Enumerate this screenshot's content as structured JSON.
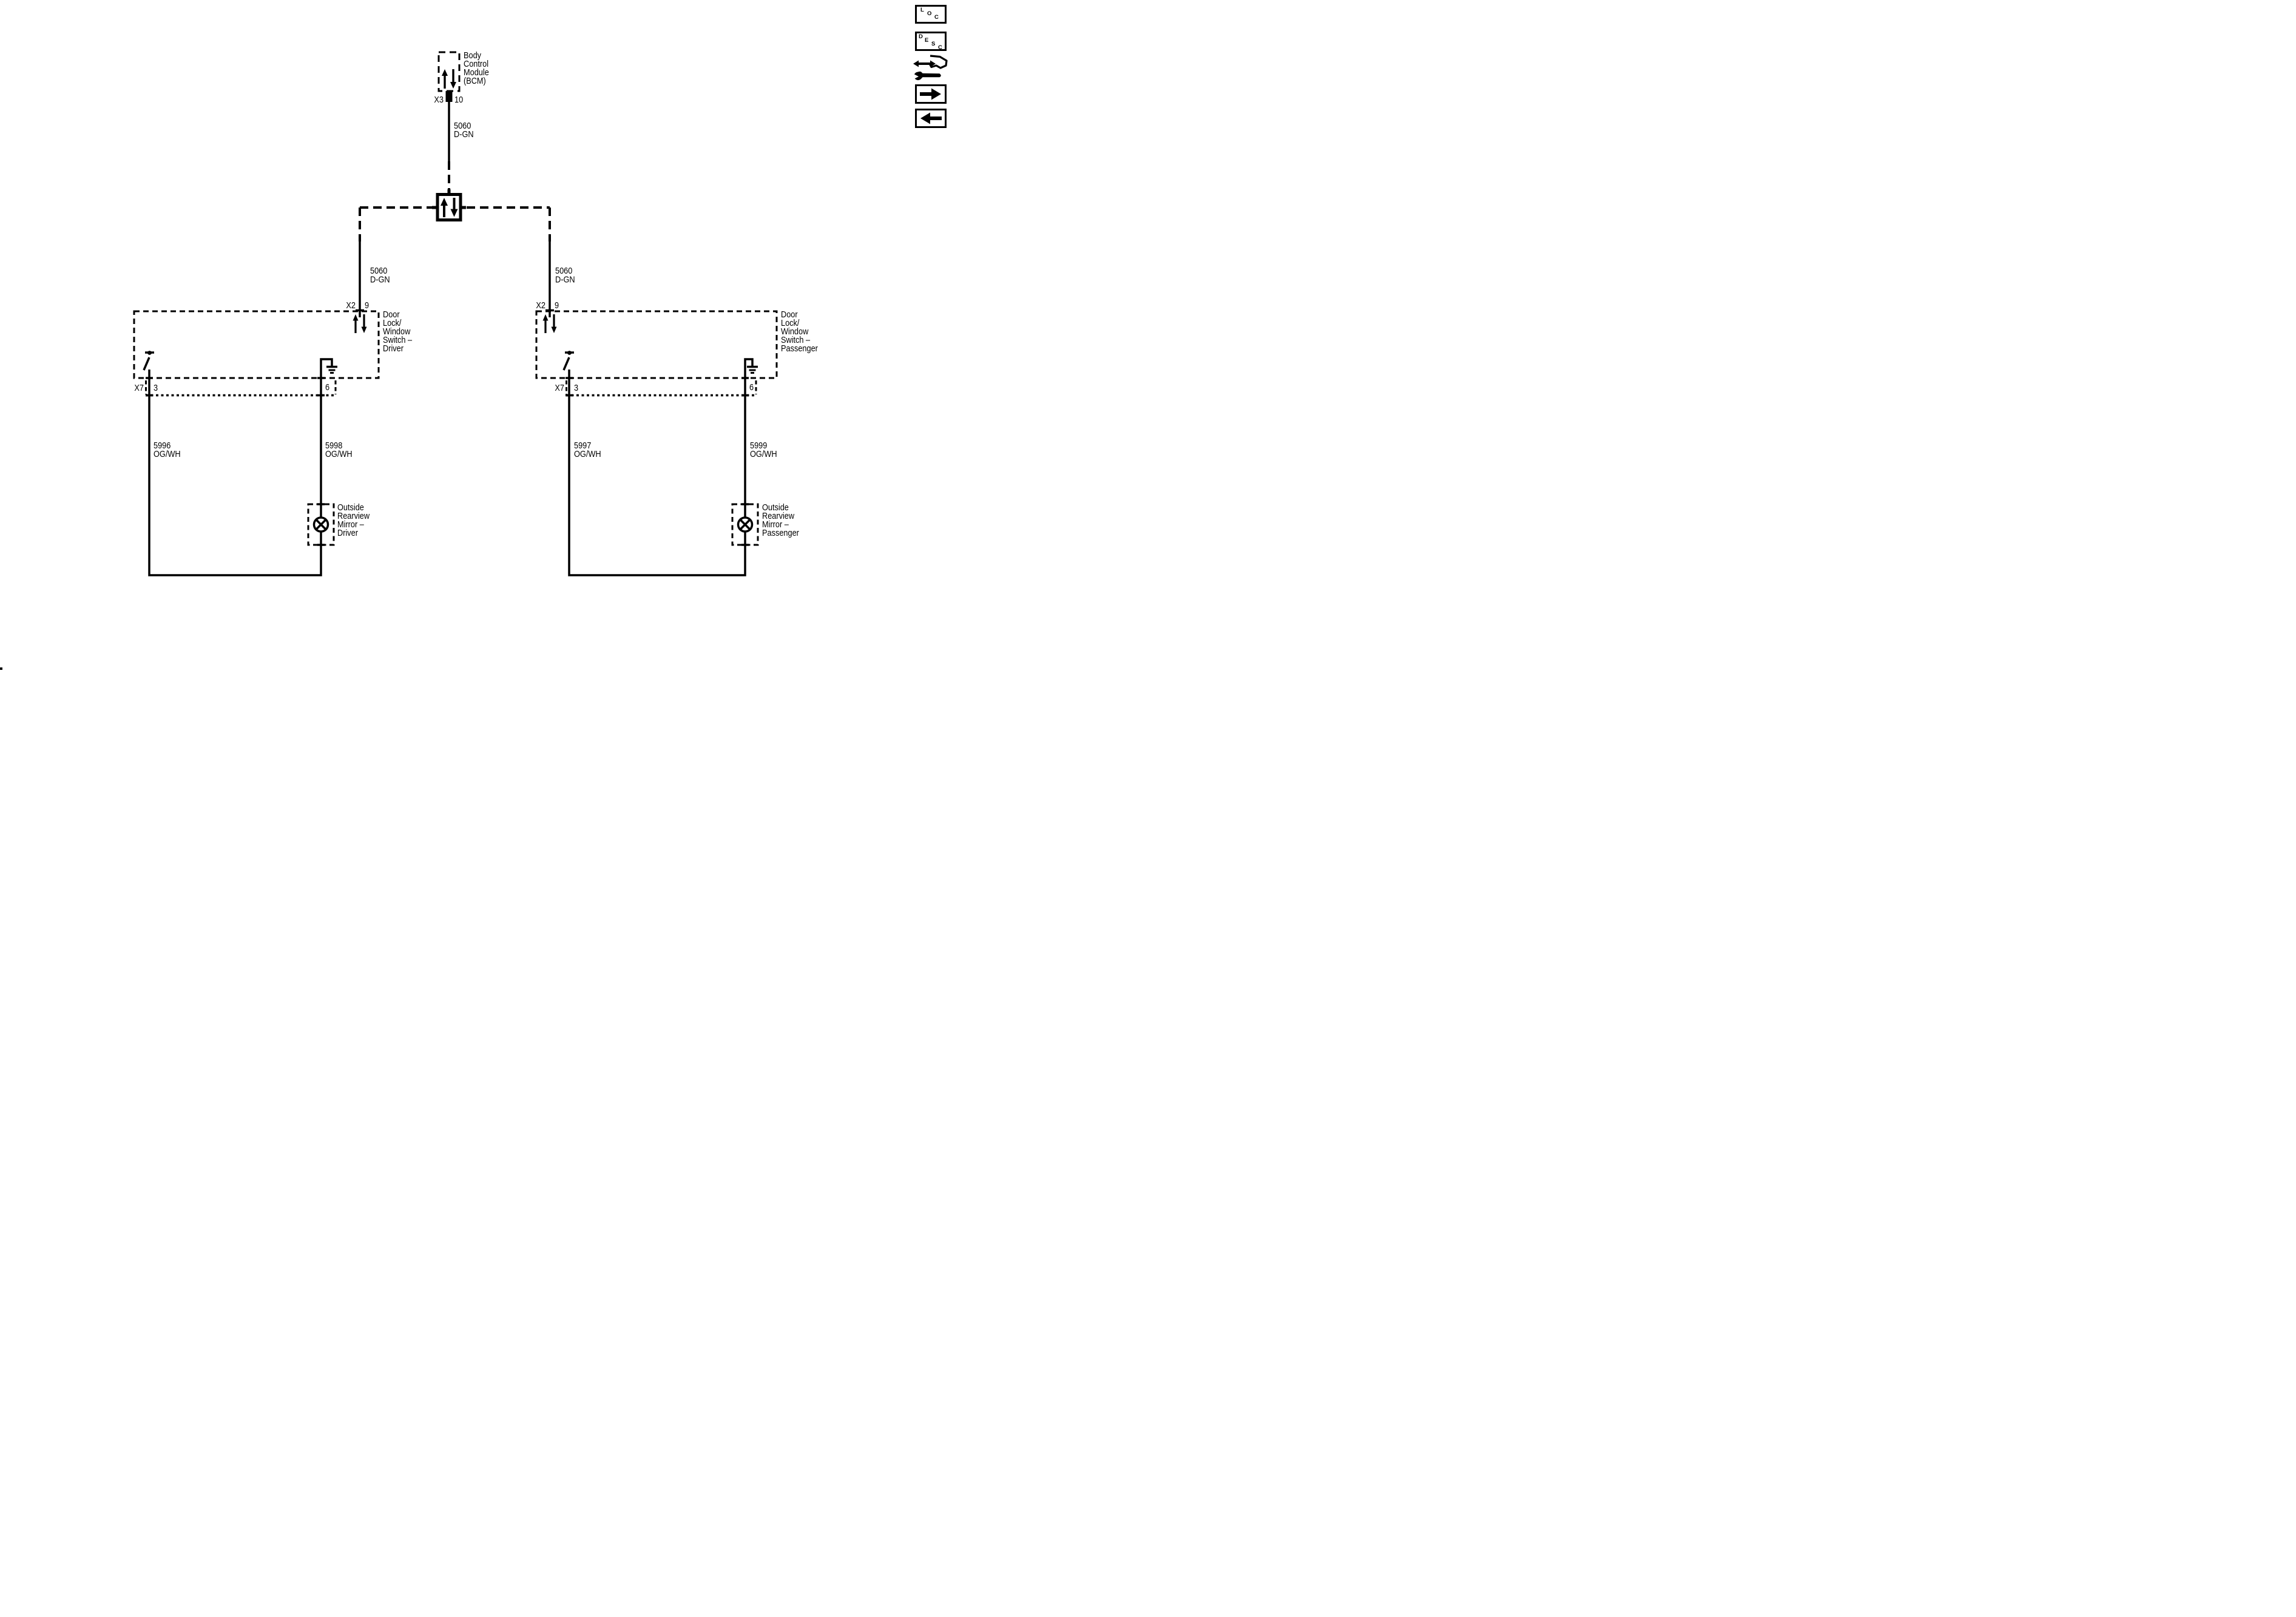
{
  "colors": {
    "ink": "#000000",
    "paper": "#ffffff"
  },
  "bcm": {
    "lines": [
      "Body",
      "Control",
      "Module",
      "(BCM)"
    ],
    "connector": "X3",
    "pin": "10"
  },
  "trunk_wire": {
    "circuit": "5060",
    "color": "D-GN"
  },
  "left_branch": {
    "wire": {
      "circuit": "5060",
      "color": "D-GN"
    },
    "switch_connector": "X2",
    "switch_pin": "9",
    "switch": {
      "lines": [
        "Door",
        "Lock/",
        "Window",
        "Switch –",
        "Driver"
      ]
    },
    "bottom_connector": "X7",
    "pin3": "3",
    "pin6": "6",
    "wire_out": {
      "circuit": "5996",
      "color": "OG/WH"
    },
    "wire_return": {
      "circuit": "5998",
      "color": "OG/WH"
    },
    "mirror": {
      "lines": [
        "Outside",
        "Rearview",
        "Mirror –",
        "Driver"
      ]
    }
  },
  "right_branch": {
    "wire": {
      "circuit": "5060",
      "color": "D-GN"
    },
    "switch_connector": "X2",
    "switch_pin": "9",
    "switch": {
      "lines": [
        "Door",
        "Lock/",
        "Window",
        "Switch –",
        "Passenger"
      ]
    },
    "bottom_connector": "X7",
    "pin3": "3",
    "pin6": "6",
    "wire_out": {
      "circuit": "5997",
      "color": "OG/WH"
    },
    "wire_return": {
      "circuit": "5999",
      "color": "OG/WH"
    },
    "mirror": {
      "lines": [
        "Outside",
        "Rearview",
        "Mirror –",
        "Passenger"
      ]
    }
  },
  "toolbar": {
    "loc": [
      "L",
      "O",
      "C"
    ],
    "desc": [
      "D",
      "E",
      "S",
      "C"
    ],
    "icons": [
      "loc-button",
      "desc-button",
      "repair-instructions-button",
      "forward-arrow-button",
      "back-arrow-button"
    ]
  }
}
